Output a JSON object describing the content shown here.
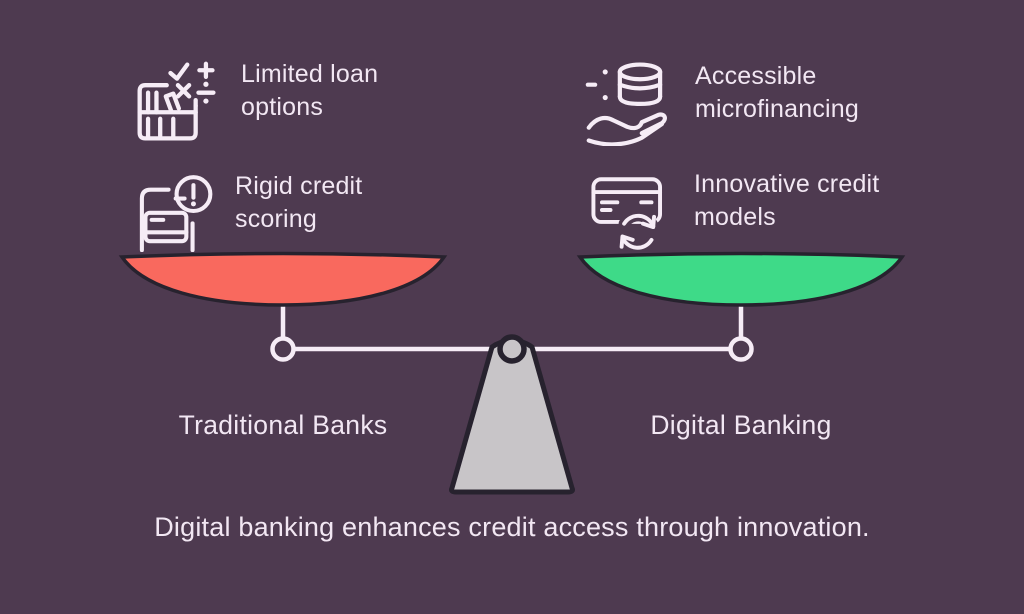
{
  "colors": {
    "bg": "#4e3a50",
    "outline": "#27222e",
    "line": "#f6ecf6",
    "text": "#f2e7f3",
    "red_bowl": "#f9695e",
    "green_bowl": "#3eda88",
    "fulcrum_gray": "#c8c5c8"
  },
  "panels": {
    "left": {
      "scale_label": "Traditional Banks",
      "items": [
        {
          "icon": "math-books-icon",
          "label": "Limited loan options"
        },
        {
          "icon": "document-alert-icon",
          "label": "Rigid credit scoring"
        }
      ]
    },
    "right": {
      "scale_label": "Digital Banking",
      "items": [
        {
          "icon": "coins-hand-icon",
          "label": "Accessible microfinancing"
        },
        {
          "icon": "card-refresh-icon",
          "label": "Innovative credit models"
        }
      ]
    }
  },
  "caption": "Digital banking enhances credit access through innovation."
}
